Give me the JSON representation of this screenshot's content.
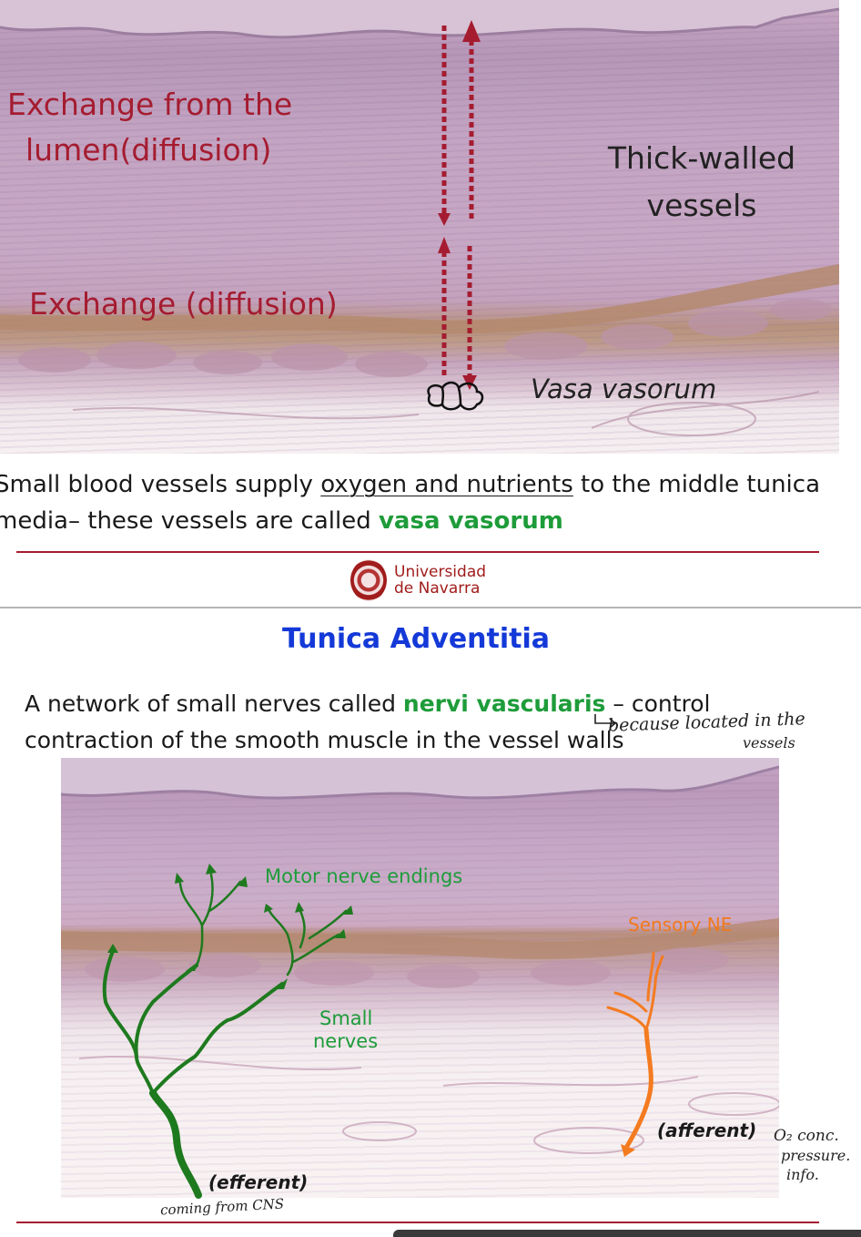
{
  "slide1": {
    "labels": {
      "exchange_lumen_line1": "Exchange from the",
      "exchange_lumen_line2": "lumen(diffusion)",
      "exchange_diffusion": "Exchange (diffusion)",
      "thick_walled_line1": "Thick-walled",
      "thick_walled_line2": "vessels",
      "vasa_vasorum_label": "Vasa vasorum"
    },
    "caption": {
      "part1": "Small blood vessels supply ",
      "underlined": "oxygen and nutrients",
      "part2": " to the middle tunica",
      "part3": "media– these vessels are called ",
      "highlight": "vasa vasorum"
    },
    "logo": {
      "line1": "Universidad",
      "line2": "de Navarra"
    }
  },
  "slide2": {
    "title": "Tunica Adventitia",
    "body": {
      "part1": "A network of small nerves called  ",
      "highlight": "nervi vascularis",
      "part2": " – control",
      "line2": "contraction of the smooth muscle in the vessel walls"
    },
    "labels": {
      "motor_nerve_endings": "Motor nerve endings",
      "sensory_ne": "Sensory  NE",
      "small_nerves_line1": "Small",
      "small_nerves_line2": "nerves",
      "afferent": "(afferent)",
      "efferent": "(efferent)"
    },
    "handwriting": {
      "because_line1": "because located in the",
      "because_line2": "vessels",
      "o2_line1": "O₂ conc.",
      "o2_line2": "pressure.",
      "o2_line3": "info.",
      "from_cns": "coming from CNS"
    }
  },
  "colors": {
    "arrow_red": "#a51c30",
    "nerve_green": "#1e7a1e",
    "sensory_orange": "#f47b20",
    "title_blue": "#1439d8",
    "highlight_green": "#1e9c3a"
  }
}
